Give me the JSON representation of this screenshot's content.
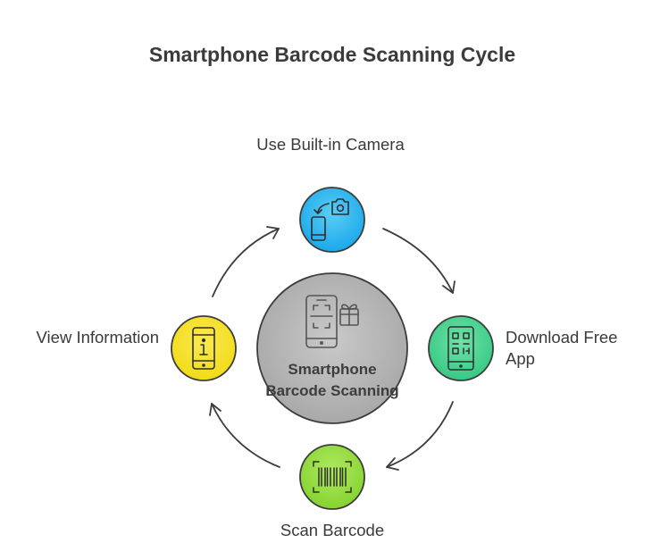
{
  "title": "Smartphone Barcode Scanning Cycle",
  "center": {
    "label": "Smartphone Barcode Scanning",
    "icon": "smartphone-gift-icon",
    "color": "#b3b3b3"
  },
  "steps": [
    {
      "id": "camera",
      "label": "Use Built-in Camera",
      "icon": "camera-phone-icon",
      "color": "#2ab7ef"
    },
    {
      "id": "app",
      "label": "Download Free App",
      "icon": "qr-phone-icon",
      "color": "#46d38f"
    },
    {
      "id": "scan",
      "label": "Scan Barcode",
      "icon": "barcode-icon",
      "color": "#8fdb3a"
    },
    {
      "id": "info",
      "label": "View Information",
      "icon": "info-phone-icon",
      "color": "#f6e21d"
    }
  ]
}
